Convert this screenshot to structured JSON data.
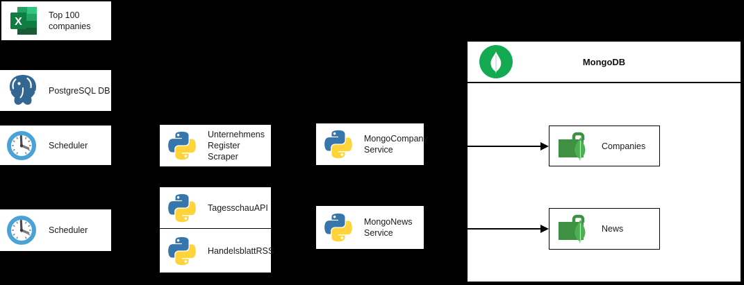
{
  "canvas": {
    "background": "#000000",
    "box_background": "#FFFFFF",
    "border_color": "#000000",
    "text_color": "#1A1A1A"
  },
  "nodes": {
    "top100": {
      "label": "Top 100\ncompanies",
      "icon": "excel-icon"
    },
    "postgres": {
      "label": "PostgreSQL DB",
      "icon": "postgresql-icon"
    },
    "scheduler1": {
      "label": "Scheduler",
      "icon": "clock-icon"
    },
    "scheduler2": {
      "label": "Scheduler",
      "icon": "clock-icon"
    },
    "scraper": {
      "label": "Unternehmens\nRegister\nScraper",
      "icon": "python-icon"
    },
    "tagesschau": {
      "label": "TagesschauAPI",
      "icon": "python-icon"
    },
    "handelsblatt": {
      "label": "HandelsblattRSS",
      "icon": "python-icon"
    },
    "mongocompany": {
      "label": "MongoCompany\nService",
      "icon": "python-icon"
    },
    "mongonews": {
      "label": "MongoNews\nService",
      "icon": "python-icon"
    },
    "mongodb": {
      "label": "MongoDB",
      "icon": "mongodb-leaf-icon"
    },
    "companies": {
      "label": "Companies",
      "icon": "mongodb-collection-icon"
    },
    "news": {
      "label": "News",
      "icon": "mongodb-collection-icon"
    }
  },
  "edges": [
    {
      "from": "MongoCompany Service",
      "to": "Companies"
    },
    {
      "from": "MongoNews Service",
      "to": "News"
    }
  ],
  "icons": {
    "excel-icon": "Microsoft Excel logo",
    "postgresql-icon": "PostgreSQL elephant logo",
    "clock-icon": "blue clock face",
    "python-icon": "Python two-snake logo",
    "mongodb-leaf-icon": "white leaf in green circle",
    "mongodb-collection-icon": "green folder with MongoDB leaf"
  },
  "colors": {
    "excel_green": "#107C41",
    "excel_green_light": "#33C481",
    "excel_green_mid": "#21A366",
    "excel_green_dark": "#185C37",
    "postgres_blue": "#336791",
    "clock_blue": "#4AA3D6",
    "python_blue": "#3776AB",
    "python_yellow": "#FFD43B",
    "mongo_green": "#13AA52",
    "collection_green": "#3E9142",
    "leaf_green": "#4CAF50",
    "arrow_black": "#000000"
  }
}
